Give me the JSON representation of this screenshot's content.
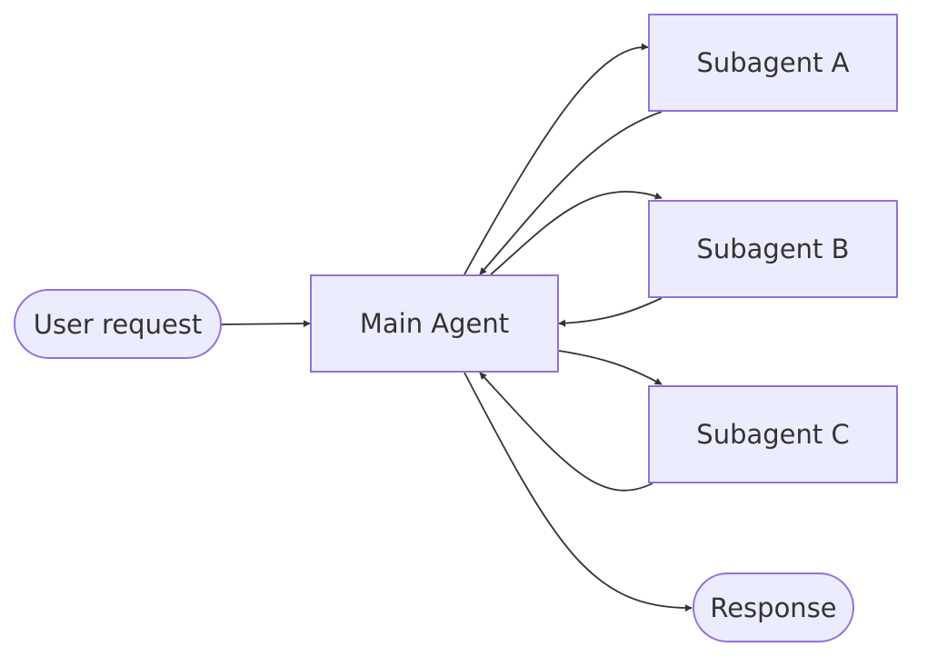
{
  "diagram": {
    "nodes": {
      "user_request": {
        "label": "User request"
      },
      "main_agent": {
        "label": "Main Agent"
      },
      "subagent_a": {
        "label": "Subagent A"
      },
      "subagent_b": {
        "label": "Subagent B"
      },
      "subagent_c": {
        "label": "Subagent C"
      },
      "response": {
        "label": "Response"
      }
    },
    "edges": [
      {
        "from": "User request",
        "to": "Main Agent"
      },
      {
        "from": "Main Agent",
        "to": "Subagent A"
      },
      {
        "from": "Subagent A",
        "to": "Main Agent"
      },
      {
        "from": "Main Agent",
        "to": "Subagent B"
      },
      {
        "from": "Subagent B",
        "to": "Main Agent"
      },
      {
        "from": "Main Agent",
        "to": "Subagent C"
      },
      {
        "from": "Subagent C",
        "to": "Main Agent"
      },
      {
        "from": "Main Agent",
        "to": "Response"
      }
    ],
    "colors": {
      "node_fill": "#ececff",
      "node_border": "#9370db",
      "text": "#333333",
      "edge": "#333333"
    }
  }
}
